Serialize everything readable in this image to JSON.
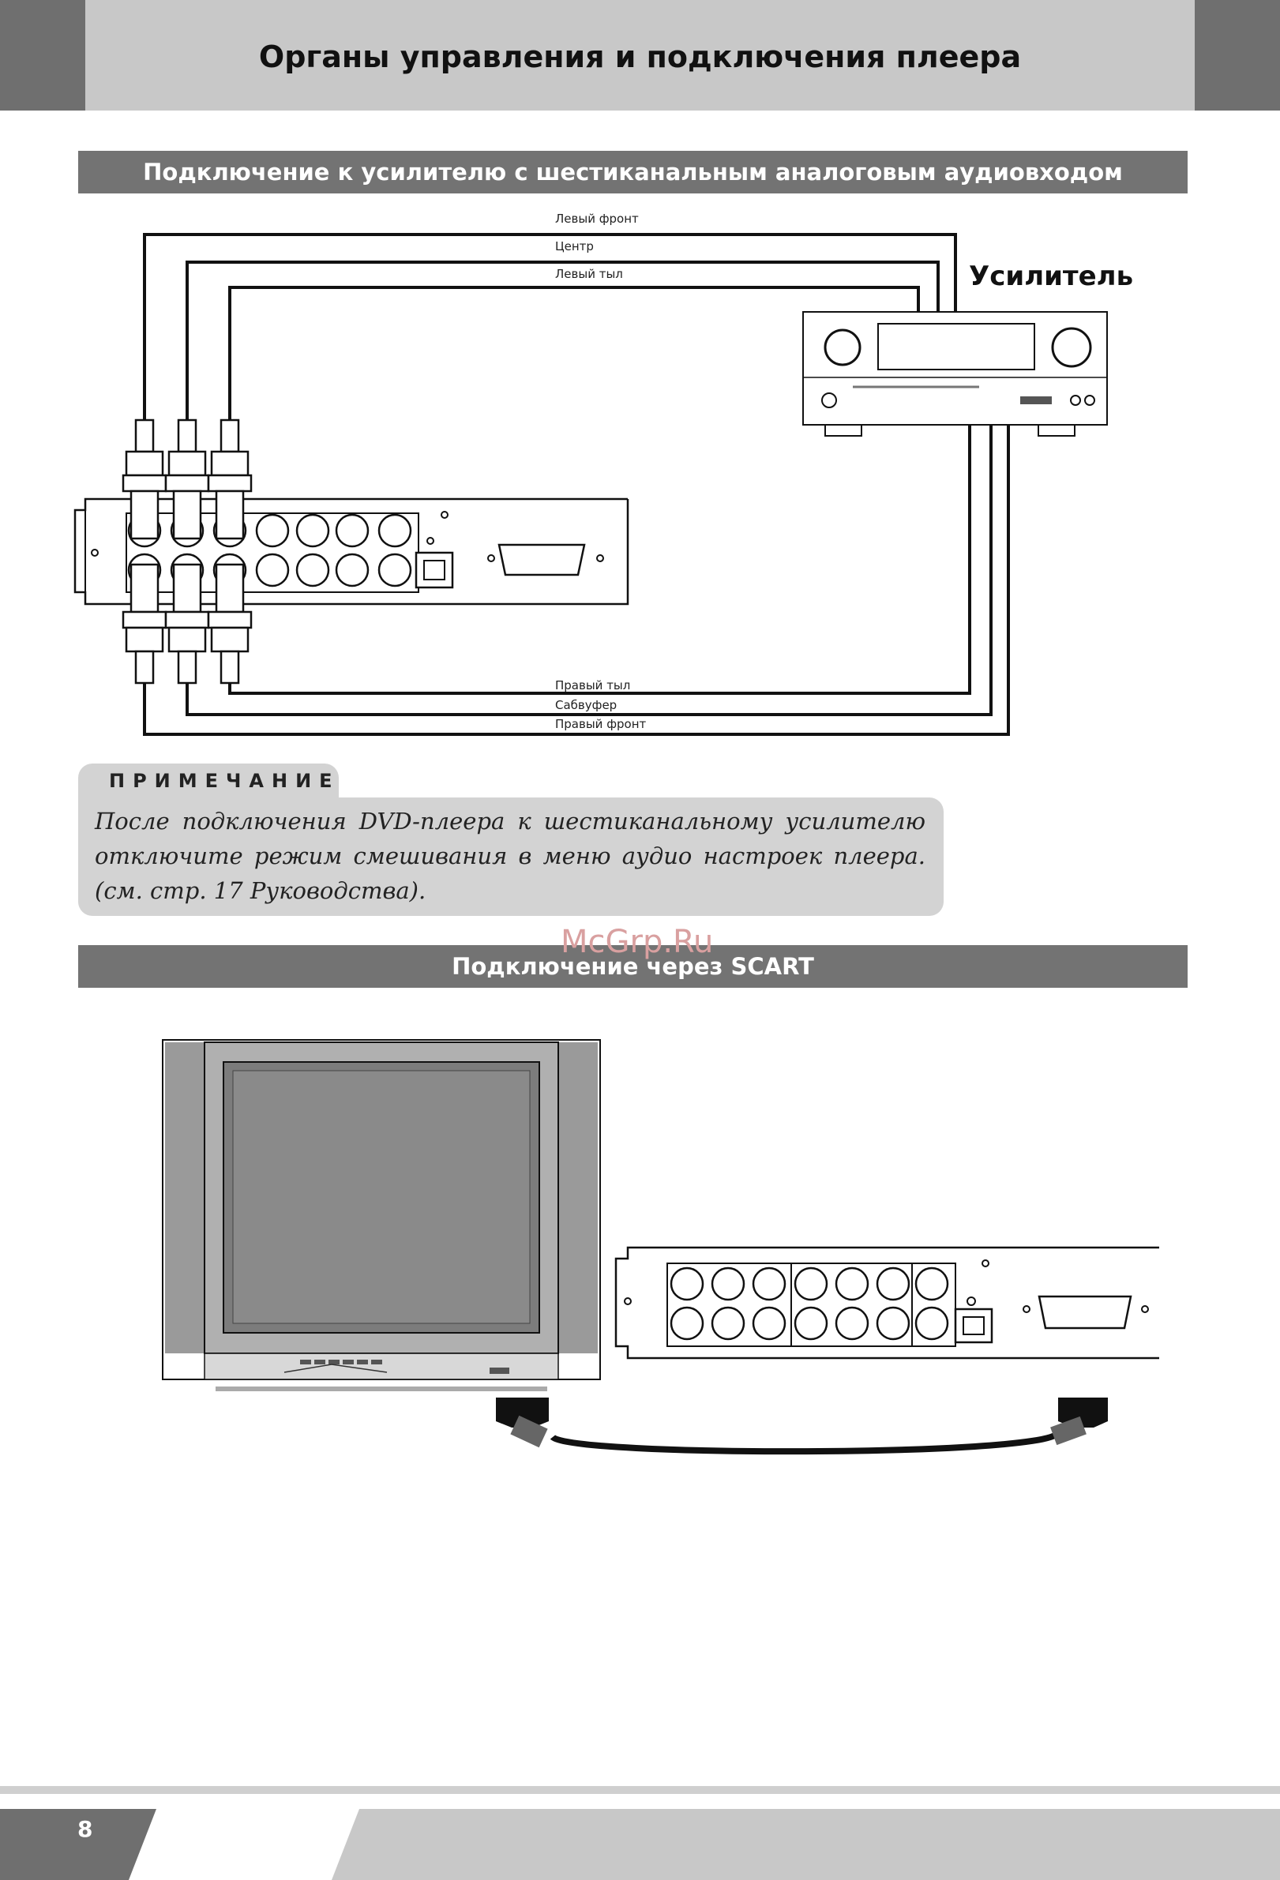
{
  "header": {
    "title": "Органы управления и подключения плеера"
  },
  "section1": {
    "title": "Подключение к усилителю с шестиканальным аналоговым аудиовходом",
    "amplifier_label": "Усилитель",
    "wires_top": [
      "Левый фронт",
      "Центр",
      "Левый тыл"
    ],
    "wires_bottom": [
      "Правый тыл",
      "Сабвуфер",
      "Правый фронт"
    ]
  },
  "note": {
    "label": "ПРИМЕЧАНИЕ",
    "text": "После подключения DVD-плеера к шестиканальному усилителю отключите режим смешивания в меню аудио настроек плеера. (см. стр. 17 Руководства)."
  },
  "watermark": "McGrp.Ru",
  "section2": {
    "title": "Подключение через SCART"
  },
  "footer": {
    "page_number": "8"
  },
  "colors": {
    "dark_gray": "#6f6f6f",
    "light_gray": "#c8c8c8",
    "section_bar": "#737373",
    "note_bg": "#d3d3d3"
  }
}
